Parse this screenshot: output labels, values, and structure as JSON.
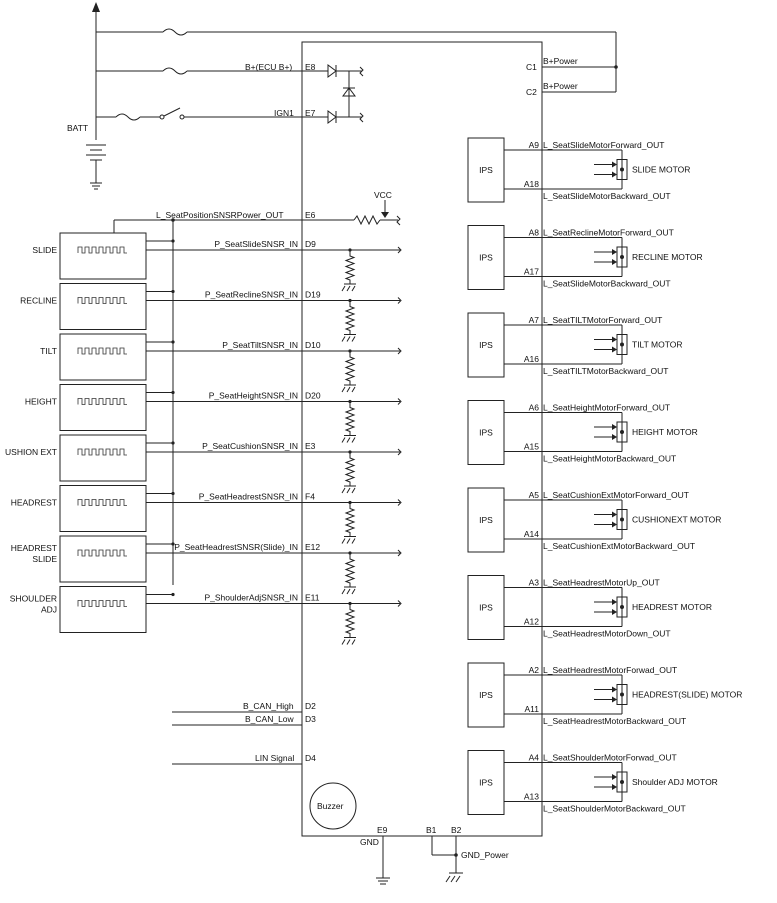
{
  "power": {
    "batt": "BATT",
    "ecu_b_label": "B+(ECU B+)",
    "ecu_b_pin": "E8",
    "ign_label": "IGN1",
    "ign_pin": "E7",
    "c1_pin": "C1",
    "c1_label": "B+Power",
    "c2_pin": "C2",
    "c2_label": "B+Power",
    "vcc": "VCC"
  },
  "sensor_power": {
    "label": "L_SeatPositionSNSRPower_OUT",
    "pin": "E6"
  },
  "sensors": [
    {
      "name": "SLIDE",
      "signal": "P_SeatSlideSNSR_IN",
      "pin": "D9"
    },
    {
      "name": "RECLINE",
      "signal": "P_SeatReclineSNSR_IN",
      "pin": "D19"
    },
    {
      "name": "TILT",
      "signal": "P_SeatTiltSNSR_IN",
      "pin": "D10"
    },
    {
      "name": "HEIGHT",
      "signal": "P_SeatHeightSNSR_IN",
      "pin": "D20"
    },
    {
      "name": "USHION EXT",
      "signal": "P_SeatCushionSNSR_IN",
      "pin": "E3"
    },
    {
      "name": "HEADREST",
      "signal": "P_SeatHeadrestSNSR_IN",
      "pin": "F4"
    },
    {
      "name": "HEADREST SLIDE",
      "signal": "P_SeatHeadrestSNSR(Slide)_IN",
      "pin": "E12"
    },
    {
      "name": "SHOULDER ADJ",
      "signal": "P_ShoulderAdjSNSR_IN",
      "pin": "E11"
    }
  ],
  "comms": [
    {
      "label": "B_CAN_High",
      "pin": "D2"
    },
    {
      "label": "B_CAN_Low",
      "pin": "D3"
    },
    {
      "label": "LIN Signal",
      "pin": "D4"
    }
  ],
  "buzzer": "Buzzer",
  "ground": {
    "e9": "E9",
    "gnd": "GND",
    "b1": "B1",
    "b2": "B2",
    "gnd_power": "GND_Power"
  },
  "ips_label": "IPS",
  "motors": [
    {
      "name": "SLIDE MOTOR",
      "pin_fwd": "A9",
      "fwd": "L_SeatSlideMotorForward_OUT",
      "pin_bwd": "A18",
      "bwd": "L_SeatSlideMotorBackward_OUT"
    },
    {
      "name": "RECLINE MOTOR",
      "pin_fwd": "A8",
      "fwd": "L_SeatReclineMotorForward_OUT",
      "pin_bwd": "A17",
      "bwd": "L_SeatSlideMotorBackward_OUT"
    },
    {
      "name": "TILT MOTOR",
      "pin_fwd": "A7",
      "fwd": "L_SeatTILTMotorForward_OUT",
      "pin_bwd": "A16",
      "bwd": "L_SeatTILTMotorBackward_OUT"
    },
    {
      "name": "HEIGHT MOTOR",
      "pin_fwd": "A6",
      "fwd": "L_SeatHeightMotorForward_OUT",
      "pin_bwd": "A15",
      "bwd": "L_SeatHeightMotorBackward_OUT"
    },
    {
      "name": "CUSHIONEXT MOTOR",
      "pin_fwd": "A5",
      "fwd": "L_SeatCushionExtMotorForward_OUT",
      "pin_bwd": "A14",
      "bwd": "L_SeatCushionExtMotorBackward_OUT"
    },
    {
      "name": "HEADREST MOTOR",
      "pin_fwd": "A3",
      "fwd": "L_SeatHeadrestMotorUp_OUT",
      "pin_bwd": "A12",
      "bwd": "L_SeatHeadrestMotorDown_OUT"
    },
    {
      "name": "HEADREST(SLIDE) MOTOR",
      "pin_fwd": "A2",
      "fwd": "L_SeatHeadrestMotorForwad_OUT",
      "pin_bwd": "A11",
      "bwd": "L_SeatHeadrestMotorBackward_OUT"
    },
    {
      "name": "Shoulder ADJ MOTOR",
      "pin_fwd": "A4",
      "fwd": "L_SeatShoulderMotorForwad_OUT",
      "pin_bwd": "A13",
      "bwd": "L_SeatShoulderMotorBackward_OUT"
    }
  ]
}
